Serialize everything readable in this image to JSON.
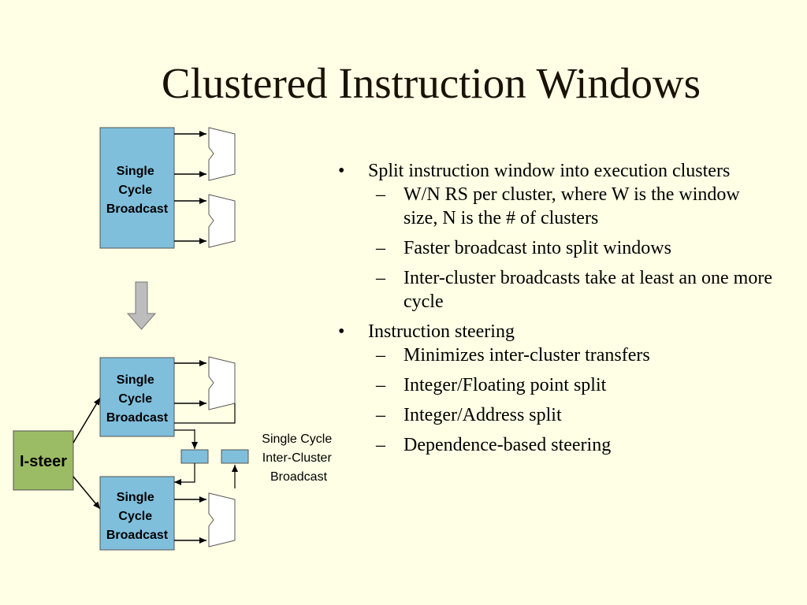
{
  "slide": {
    "title": "Clustered Instruction Windows"
  },
  "diagram": {
    "top_box_label": [
      "Single",
      "Cycle",
      "Broadcast"
    ],
    "middle_box_label": [
      "Single",
      "Cycle",
      "Broadcast"
    ],
    "bottom_box_label": [
      "Single",
      "Cycle",
      "Broadcast"
    ],
    "isteer_label": "I-steer",
    "inter_cluster_note": [
      "Single Cycle",
      "Inter-Cluster",
      "Broadcast"
    ],
    "colors": {
      "window_box": "#7FBFDC",
      "isteer_box": "#9CBB65",
      "arrow_down": "#BDBDBD"
    }
  },
  "bullets": [
    {
      "text": "Split instruction window into execution clusters",
      "sub": [
        "W/N RS per cluster, where W is the window size, N is the # of clusters",
        "Faster broadcast into split windows",
        "Inter-cluster broadcasts take at least an one more cycle"
      ]
    },
    {
      "text": "Instruction steering",
      "sub": [
        "Minimizes inter-cluster transfers",
        "Integer/Floating point split",
        "Integer/Address split",
        "Dependence-based steering"
      ]
    }
  ]
}
